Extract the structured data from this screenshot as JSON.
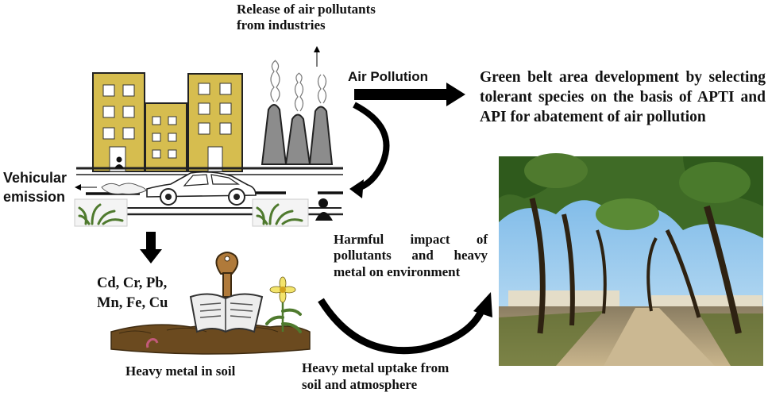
{
  "labels": {
    "release_line1": "Release of air pollutants",
    "release_line2": "from industries",
    "air_pollution": "Air Pollution",
    "green_belt": "Green belt area development by selecting tolerant species on the basis of APTI and API for abatement of air pollution",
    "vehicular_line1": "Vehicular",
    "vehicular_line2": "emission",
    "harmful_impact": "Harmful impact of pollutants and heavy metal on environment",
    "metals_line1": "Cd, Cr, Pb,",
    "metals_line2": "Mn, Fe, Cu",
    "heavy_metal_soil": "Heavy metal in soil",
    "uptake_line1": "Heavy metal uptake from",
    "uptake_line2": "soil and atmosphere"
  },
  "colors": {
    "building": "#d6bd4f",
    "chimney": "#8c8c8c",
    "soil": "#6b4a1f",
    "foliage": "#4f7a2e",
    "sky": "#8ec6ee"
  }
}
